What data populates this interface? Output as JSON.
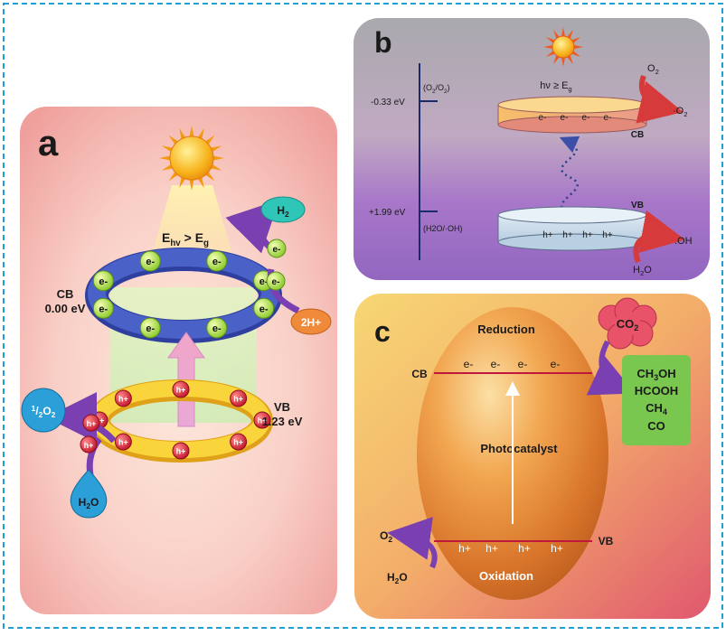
{
  "panel_a": {
    "label": "a",
    "energy_condition": {
      "main": "E",
      "sub1": "hv",
      "rel": " > E",
      "sub2": "g"
    },
    "cb": {
      "name": "CB",
      "potential": "0.00 eV"
    },
    "vb": {
      "name": "VB",
      "potential": "1.23 eV"
    },
    "electron": "e-",
    "hole": "h+",
    "h2": {
      "main": "H",
      "sub": "2"
    },
    "two_h_plus": "2H+",
    "half_o2": {
      "num": "1",
      "slash": "/",
      "den": "2",
      "main": "O",
      "sub": "2"
    },
    "h2o": {
      "main": "H",
      "sub": "2",
      "tail": "O"
    }
  },
  "panel_b": {
    "label": "b",
    "potential_top": "-0.33 eV",
    "potential_bottom": "+1.99 eV",
    "couple_top": {
      "open": "(O",
      "sub1": "2",
      "mid": "/O",
      "sub2": "2",
      "close": ")"
    },
    "couple_bottom": "(H2O/·OH)",
    "photon_condition": {
      "main": "hν ≥ E",
      "sub": "g"
    },
    "cb": "CB",
    "vb": "VB",
    "electron": "e-",
    "hole": "h+",
    "o2": {
      "main": "O",
      "sub": "2"
    },
    "superoxide": {
      "main": "·O",
      "sub": "2"
    },
    "hydroxyl": ".OH",
    "h2o": {
      "main": "H",
      "sub": "2",
      "tail": "O"
    }
  },
  "panel_c": {
    "label": "c",
    "reduction": "Reduction",
    "oxidation": "Oxidation",
    "photocatalyst": "Photocatalyst",
    "cb": "CB",
    "vb": "VB",
    "electron": "e-",
    "hole": "h+",
    "co2": {
      "main": "CO",
      "sub": "2"
    },
    "o2": {
      "main": "O",
      "sub": "2"
    },
    "h2o": {
      "main": "H",
      "sub": "2",
      "tail": "O"
    },
    "products": [
      {
        "main": "CH",
        "sub": "3",
        "tail": "OH"
      },
      {
        "main": "HCOOH",
        "sub": "",
        "tail": ""
      },
      {
        "main": "CH",
        "sub": "4",
        "tail": ""
      },
      {
        "main": "CO",
        "sub": "",
        "tail": ""
      }
    ]
  },
  "colors": {
    "frame": "#1e9fd6",
    "panel_a_bg": "#f6c6c0",
    "panel_b_bg": "#a07ec6",
    "panel_c_bg": "#f2a66a",
    "cb_ring": "#3a4fb4",
    "vb_ring": "#f7c929",
    "electron": "#b8e63a",
    "hole": "#d8263a",
    "band_line": "#c0183c",
    "product_box": "#7ac74f"
  }
}
